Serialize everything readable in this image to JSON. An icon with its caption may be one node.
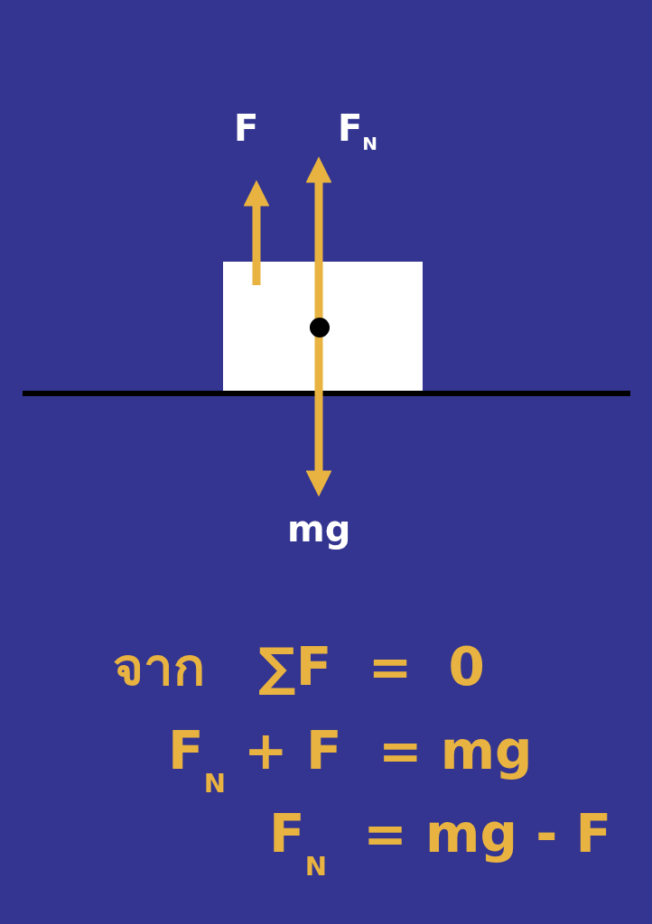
{
  "diagram": {
    "labels": [
      "F",
      "F$_{N}$",
      "mg",
      "จาก",
      "∑F  =  0",
      "F$_{N}$ + F  = mg",
      "F$_{N}$  = mg - F"
    ]
  }
}
